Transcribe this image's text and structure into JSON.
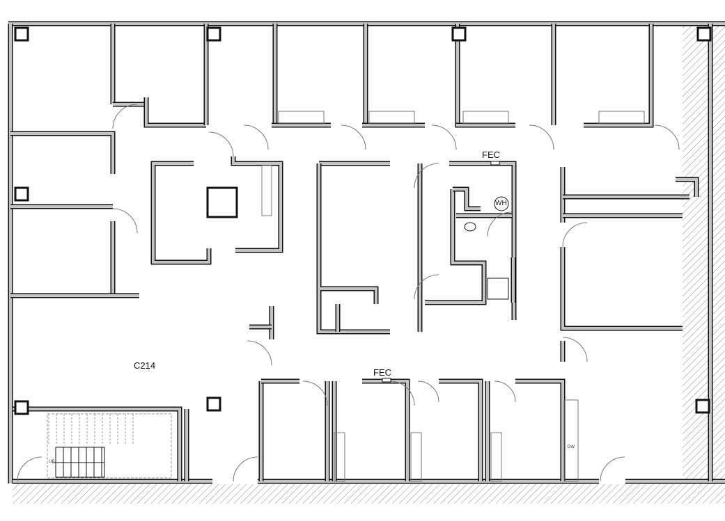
{
  "labels": {
    "room": "C214",
    "fec_top": "FEC",
    "fec_bottom": "FEC",
    "water_heater": "WH",
    "stair_up": "UP",
    "dishwasher": "DW"
  },
  "colors": {
    "wall_fill": "#c4c4c4",
    "wall_outline": "#111111",
    "hatch": "#888888"
  }
}
